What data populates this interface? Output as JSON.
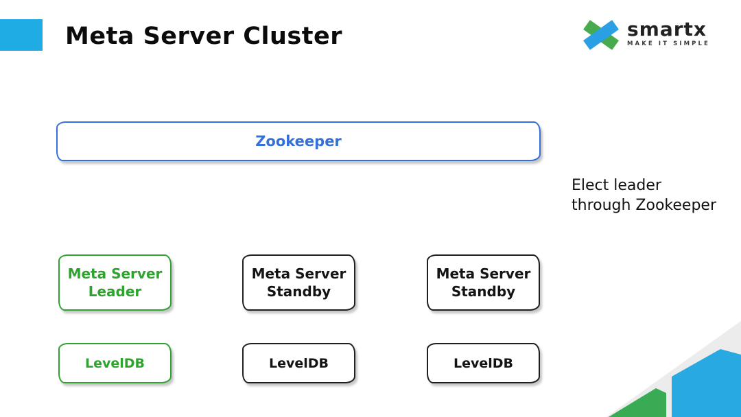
{
  "slide": {
    "title": "Meta Server Cluster"
  },
  "logo": {
    "name": "smartx",
    "tagline": "MAKE IT SIMPLE"
  },
  "diagram": {
    "zookeeper": {
      "label": "Zookeeper"
    },
    "annotation": {
      "line1": "Elect leader",
      "line2": "through Zookeeper"
    },
    "meta_servers": [
      {
        "line1": "Meta Server",
        "line2": "Leader",
        "role": "leader"
      },
      {
        "line1": "Meta Server",
        "line2": "Standby",
        "role": "standby"
      },
      {
        "line1": "Meta Server",
        "line2": "Standby",
        "role": "standby"
      }
    ],
    "databases": [
      {
        "label": "LevelDB",
        "role": "leader"
      },
      {
        "label": "LevelDB",
        "role": "standby"
      },
      {
        "label": "LevelDB",
        "role": "standby"
      }
    ]
  },
  "colors": {
    "accent_blue": "#1face4",
    "zookeeper_blue": "#3470d6",
    "leader_green": "#2ea32e",
    "box_black": "#1f1f1f",
    "logo_green": "#47ab4d",
    "logo_blue": "#2b9fe3",
    "deco_gray": "#ececec",
    "deco_green": "#3aab55",
    "deco_blue": "#29a9e1"
  }
}
